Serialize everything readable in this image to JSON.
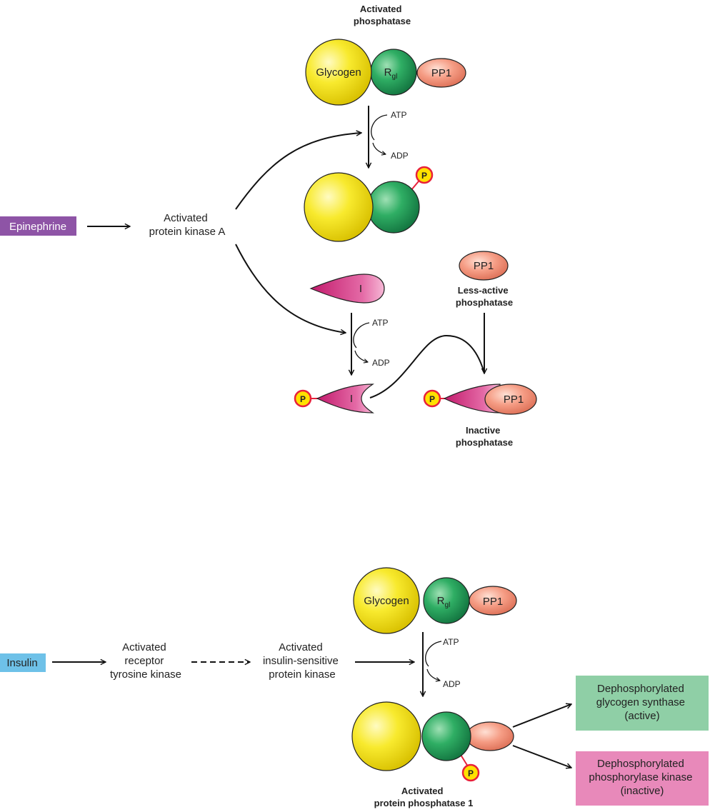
{
  "top": {
    "activated_phosphatase": [
      "Activated",
      "phosphatase"
    ],
    "glycogen": "Glycogen",
    "rgl_main": "R",
    "rgl_sub": "gl",
    "pp1": "PP1",
    "atp": "ATP",
    "adp": "ADP",
    "p": "P",
    "epinephrine": "Epinephrine",
    "activated_pka": [
      "Activated",
      "protein kinase A"
    ],
    "inhibitor": "I",
    "less_active_phosphatase": [
      "Less-active",
      "phosphatase"
    ],
    "inactive_phosphatase": [
      "Inactive",
      "phosphatase"
    ]
  },
  "bottom": {
    "insulin": "Insulin",
    "activated_receptor": [
      "Activated",
      "receptor",
      "tyrosine kinase"
    ],
    "activated_insulin_kinase": [
      "Activated",
      "insulin-sensitive",
      "protein kinase"
    ],
    "glycogen": "Glycogen",
    "rgl_main": "R",
    "rgl_sub": "gl",
    "pp1": "PP1",
    "atp": "ATP",
    "adp": "ADP",
    "p": "P",
    "activated_pp1": [
      "Activated",
      "protein phosphatase 1"
    ],
    "glycogen_synthase": [
      "Dephosphorylated",
      "glycogen synthase",
      "(active)"
    ],
    "phosphorylase_kinase": [
      "Dephosphorylated",
      "phosphorylase kinase",
      "(inactive)"
    ]
  },
  "colors": {
    "glycogen": "#f5e31a",
    "rgl": "#1f9a55",
    "pp1": "#f0907a",
    "inhibitor": "#d9428a",
    "phospho_ring": "#e8203a",
    "phospho_fill": "#ffe100",
    "epinephrine_box": "#8e54a6",
    "insulin_box": "#6ec1e8",
    "synthase_box": "#8fcfa6",
    "kinase_box": "#e889ba"
  }
}
